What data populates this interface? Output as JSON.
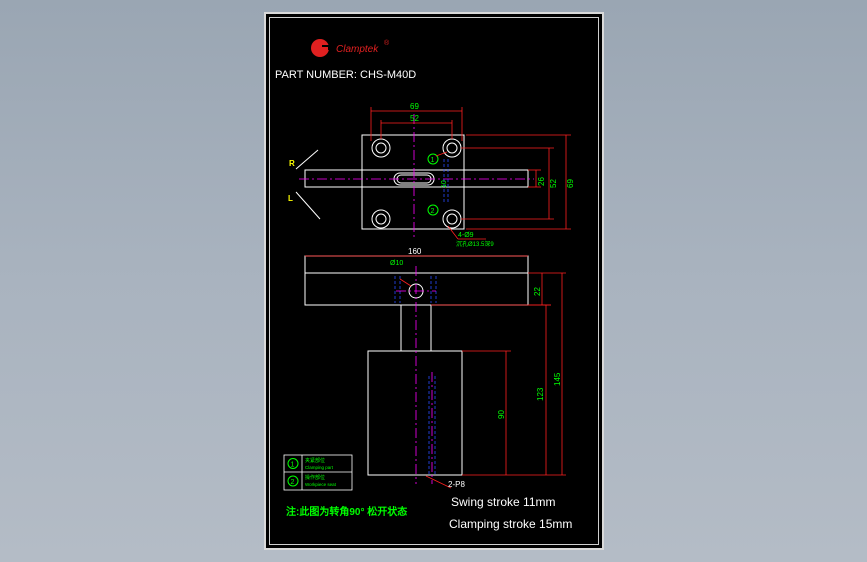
{
  "brand": {
    "name": "Clamptek",
    "mark": "®"
  },
  "part_number": {
    "label": "PART NUMBER:",
    "value": "CHS-M40D"
  },
  "dims": {
    "top_width_outer": "69",
    "top_width_inner": "52",
    "right_26": "26",
    "right_52": "52",
    "right_69": "69",
    "slot_10": "10",
    "holes": "4-Ø9",
    "counterbore": "沉孔Ø13.5深9",
    "arm_length": "160",
    "pin_dia": "Ø10",
    "arm_thickness": "22",
    "h_145": "145",
    "h_123": "123",
    "h_90": "90",
    "pins_bottom": "2-P8"
  },
  "markers": {
    "r": "R",
    "l": "L",
    "c1": "1",
    "c2": "2"
  },
  "legend": {
    "item1_title": "夹紧部位",
    "item1_sub": "Clamping part",
    "item2_title": "操作部位",
    "item2_sub": "Workpiece seat"
  },
  "note": "注:此图为转角90° 松开状态",
  "strokes": {
    "swing": "Swing stroke 11mm",
    "clamping": "Clamping stroke 15mm"
  },
  "colors": {
    "line": "#ffffff",
    "dim": "#ff2020",
    "dim_text": "#00ff00",
    "center": "#ff00ff",
    "hidden": "#2a4dff",
    "accent": "#00ff00"
  }
}
